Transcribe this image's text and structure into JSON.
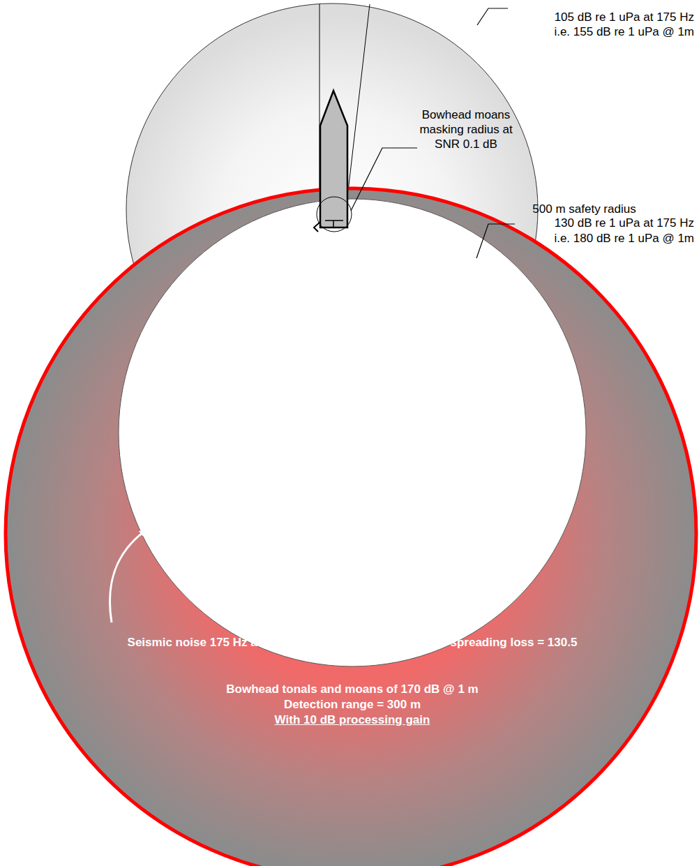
{
  "diagram": {
    "labels": [
      "105 dB re 1 uPa at 175 Hz",
      "i.e. 155 dB re 1 uPa @ 1m",
      "Bowhead moans masking radius at SNR 0.1 dB",
      "500 m safety radius",
      "130 dB re 1 uPa at 175 Hz",
      "i.e. 180 dB re 1 uPa @ 1m",
      "Seismic noise 175 Hz at hydrophone assuming spherical spreading loss = 130.5 dB re 1 uPa, for:",
      "Bowhead tonals and moans of 170 dB @ 1 m",
      "Detection range  = 300 m",
      "With 10 dB processing gain"
    ]
  }
}
